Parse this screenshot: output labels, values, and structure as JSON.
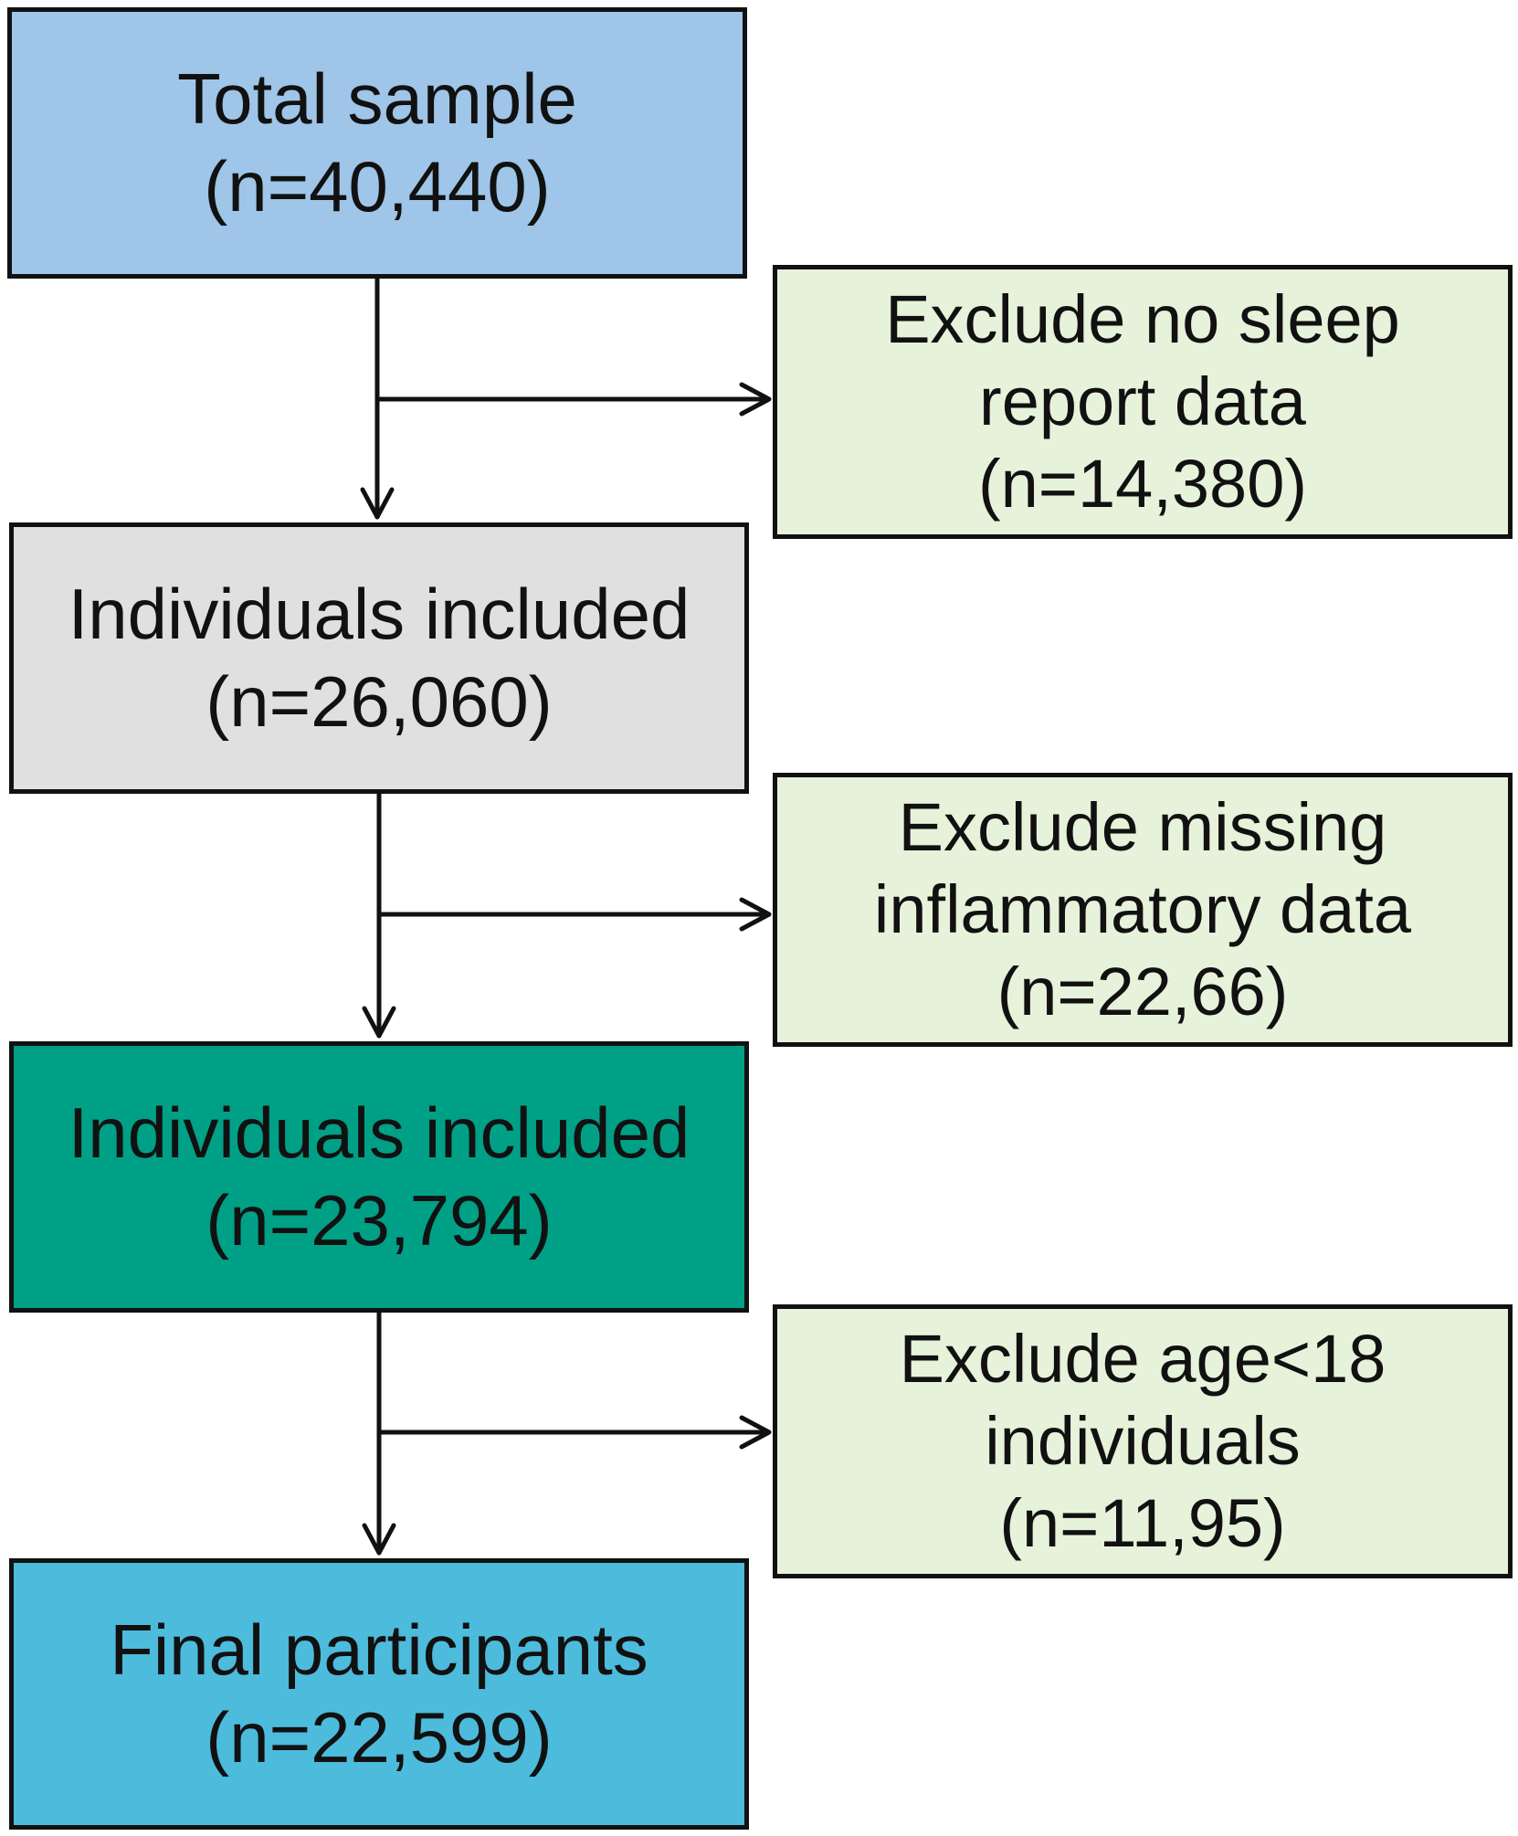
{
  "flowchart": {
    "main_steps": [
      {
        "id": "total",
        "lines": [
          "Total sample",
          "(n=40,440)"
        ],
        "fill": "#9fc5e8"
      },
      {
        "id": "included_1",
        "lines": [
          "Individuals included",
          "(n=26,060)"
        ],
        "fill": "#e0e0e0"
      },
      {
        "id": "included_2",
        "lines": [
          "Individuals included",
          "(n=23,794)"
        ],
        "fill": "#00a086"
      },
      {
        "id": "final",
        "lines": [
          "Final participants",
          "(n=22,599)"
        ],
        "fill": "#4dbbdc"
      }
    ],
    "exclusions": [
      {
        "id": "exclude_sleep",
        "lines": [
          "Exclude no sleep",
          "report data",
          "(n=14,380)"
        ],
        "fill": "#e6f2da"
      },
      {
        "id": "exclude_inflammatory",
        "lines": [
          "Exclude missing",
          "inflammatory data",
          "(n=22,66)"
        ],
        "fill": "#e6f2da"
      },
      {
        "id": "exclude_age",
        "lines": [
          "Exclude age<18",
          "individuals",
          "(n=11,95)"
        ],
        "fill": "#e6f2da"
      }
    ]
  },
  "colors": {
    "line": "#111111",
    "text": "#111111"
  }
}
